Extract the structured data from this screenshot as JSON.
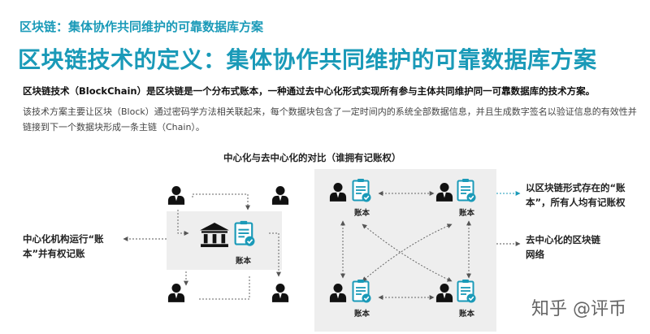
{
  "header": {
    "kicker": "区块链：集体协作共同维护的可靠数据库方案",
    "title": "区块链技术的定义：集体协作共同维护的可靠数据库方案"
  },
  "body": {
    "definition": "区块链技术（BlockChain）是区块链是一个分布式账本，一种通过去中心化形式实现所有参与主体共同维护同一可靠数据库的技术方案。",
    "description": "该技术方案主要让区块（Block）通过密码学方法相关联起来，每个数据块包含了一定时间内的系统全部数据信息，并且生成数字签名以验证信息的有效性并链接到下一个数据块形成一条主链（Chain）。"
  },
  "diagram": {
    "title": "中心化与去中心化的对比（谁拥有记账权）",
    "left_note": "中心化机构运行“账本”并有权记账",
    "right_note_1": "以区块链形式存在的“账本”，所有人均有记账权",
    "right_note_2": "去中心化的区块链网络",
    "ledger_label": "账本"
  },
  "colors": {
    "accent": "#1a9ab8",
    "dark": "#111111",
    "arrow": "#555555"
  },
  "icons": [
    "person-icon",
    "bank-icon",
    "ledger-icon"
  ],
  "watermark": "知乎 @评币"
}
